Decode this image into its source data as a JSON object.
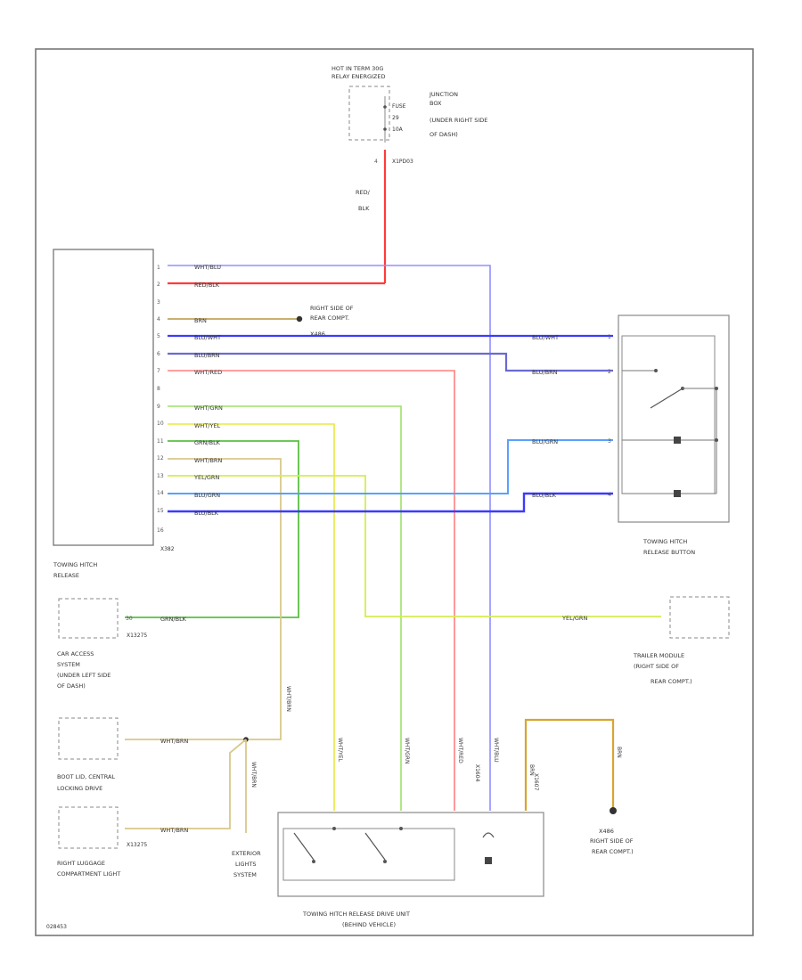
{
  "colors": {
    "red": "#ff3b3b",
    "red_pink": "#ff8080",
    "blue": "#3b3bff",
    "lightblue": "#9090ff",
    "steel": "#5aa0ff",
    "tan": "#c8b070",
    "orange": "#d9a531",
    "yellow": "#e8e840",
    "green_light": "#9fe06a",
    "green": "#5ac040",
    "khaki": "#d9c88a",
    "gray": "#888888",
    "text": "#333333"
  },
  "labels": {
    "hot_title1": "HOT IN TERM 30G",
    "hot_title2": "RELAY ENERGIZED",
    "fuse1": "FUSE",
    "fuse2": "29",
    "fuse3": "10A",
    "junction1": "JUNCTION",
    "junction2": "BOX",
    "junction3": "(UNDER RIGHT SIDE",
    "junction4": "OF DASH)",
    "connector_top": "X1PD03",
    "red_wire1": "RED/",
    "red_wire2": "BLK",
    "ground1a": "RIGHT SIDE OF",
    "ground1b": "REAR COMPT.",
    "ground1c": "X486",
    "module_connector": "X382",
    "module_name1": "TOWING HITCH",
    "module_name2": "RELEASE",
    "button_name1": "TOWING HITCH",
    "button_name2": "RELEASE BUTTON",
    "car_access1": "CAR ACCESS",
    "car_access2": "SYSTEM",
    "car_access3": "(UNDER LEFT SIDE",
    "car_access4": "OF DASH)",
    "car_access_conn": "X13275",
    "car_access_pin": "30",
    "trailer1": "TRAILER MODULE",
    "trailer2": "(RIGHT SIDE OF",
    "trailer3": "REAR COMPT.)",
    "boot1": "BOOT LID, CENTRAL",
    "boot2": "LOCKING DRIVE",
    "luggage1": "RIGHT LUGGAGE",
    "luggage2": "COMPARTMENT LIGHT",
    "luggage_conn": "X13275",
    "exterior1": "EXTERIOR",
    "exterior2": "LIGHTS",
    "exterior3": "SYSTEM",
    "drive_unit1": "TOWING HITCH RELEASE DRIVE UNIT",
    "drive_unit2": "(BEHIND VEHICLE)",
    "ground2a": "X486",
    "ground2b": "RIGHT SIDE OF",
    "ground2c": "REAR COMPT.)",
    "drive_conn": "X1604",
    "drive_conn2": "X1607",
    "page_code": "028453"
  },
  "pins": [
    "1",
    "2",
    "3",
    "4",
    "5",
    "6",
    "7",
    "8",
    "9",
    "10",
    "11",
    "12",
    "13",
    "14",
    "15",
    "16"
  ],
  "wire_labels": {
    "w1": "WHT/BLU",
    "w2": "RED/BLK",
    "w4": "BRN",
    "w5": "BLU/WHT",
    "w6": "BLU/BRN",
    "w7": "WHT/RED",
    "w9": "WHT/GRN",
    "w10": "WHT/YEL",
    "w11": "GRN/BLK",
    "w12": "WHT/BRN",
    "w13": "YEL/GRN",
    "w14": "BLU/GRN",
    "w15": "BLU/BLK",
    "btn1": "BLU/WHT",
    "btn2": "BLU/BRN",
    "btn3": "BLU/GRN",
    "btn4": "BLU/BLK",
    "car_access": "GRN/BLK",
    "trailer": "YEL/GRN",
    "boot": "WHT/BRN",
    "luggage": "WHT/BRN",
    "vert_wht_brn": "WHT/BRN",
    "vert_exterior": "WHT/BRN",
    "drive_yel": "WHT/YEL",
    "drive_grn": "WHT/GRN",
    "drive_red": "WHT/RED",
    "drive_blu": "WHT/BLU",
    "drive_brn1": "BRN",
    "drive_brn2": "BRN"
  }
}
